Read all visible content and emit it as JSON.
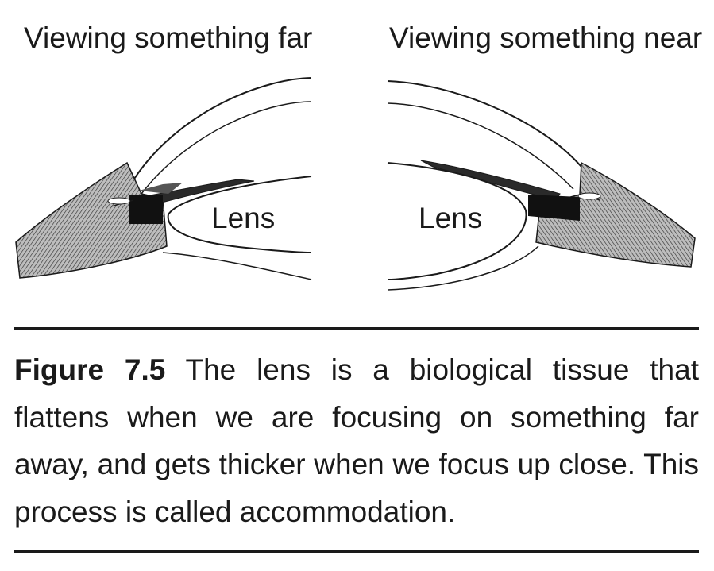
{
  "panels": {
    "far": {
      "title": "Viewing something far",
      "lens_label": "Lens"
    },
    "near": {
      "title": "Viewing something near",
      "lens_label": "Lens"
    }
  },
  "caption": {
    "figure_label": "Figure 7.5",
    "text": "The lens is a biological tissue that flattens when we are focusing on something far away, and gets thicker when we focus up close. This process is called accommodation."
  },
  "colors": {
    "ink": "#1a1a1a",
    "tissue": "#8a8a8a",
    "dark": "#111111"
  }
}
